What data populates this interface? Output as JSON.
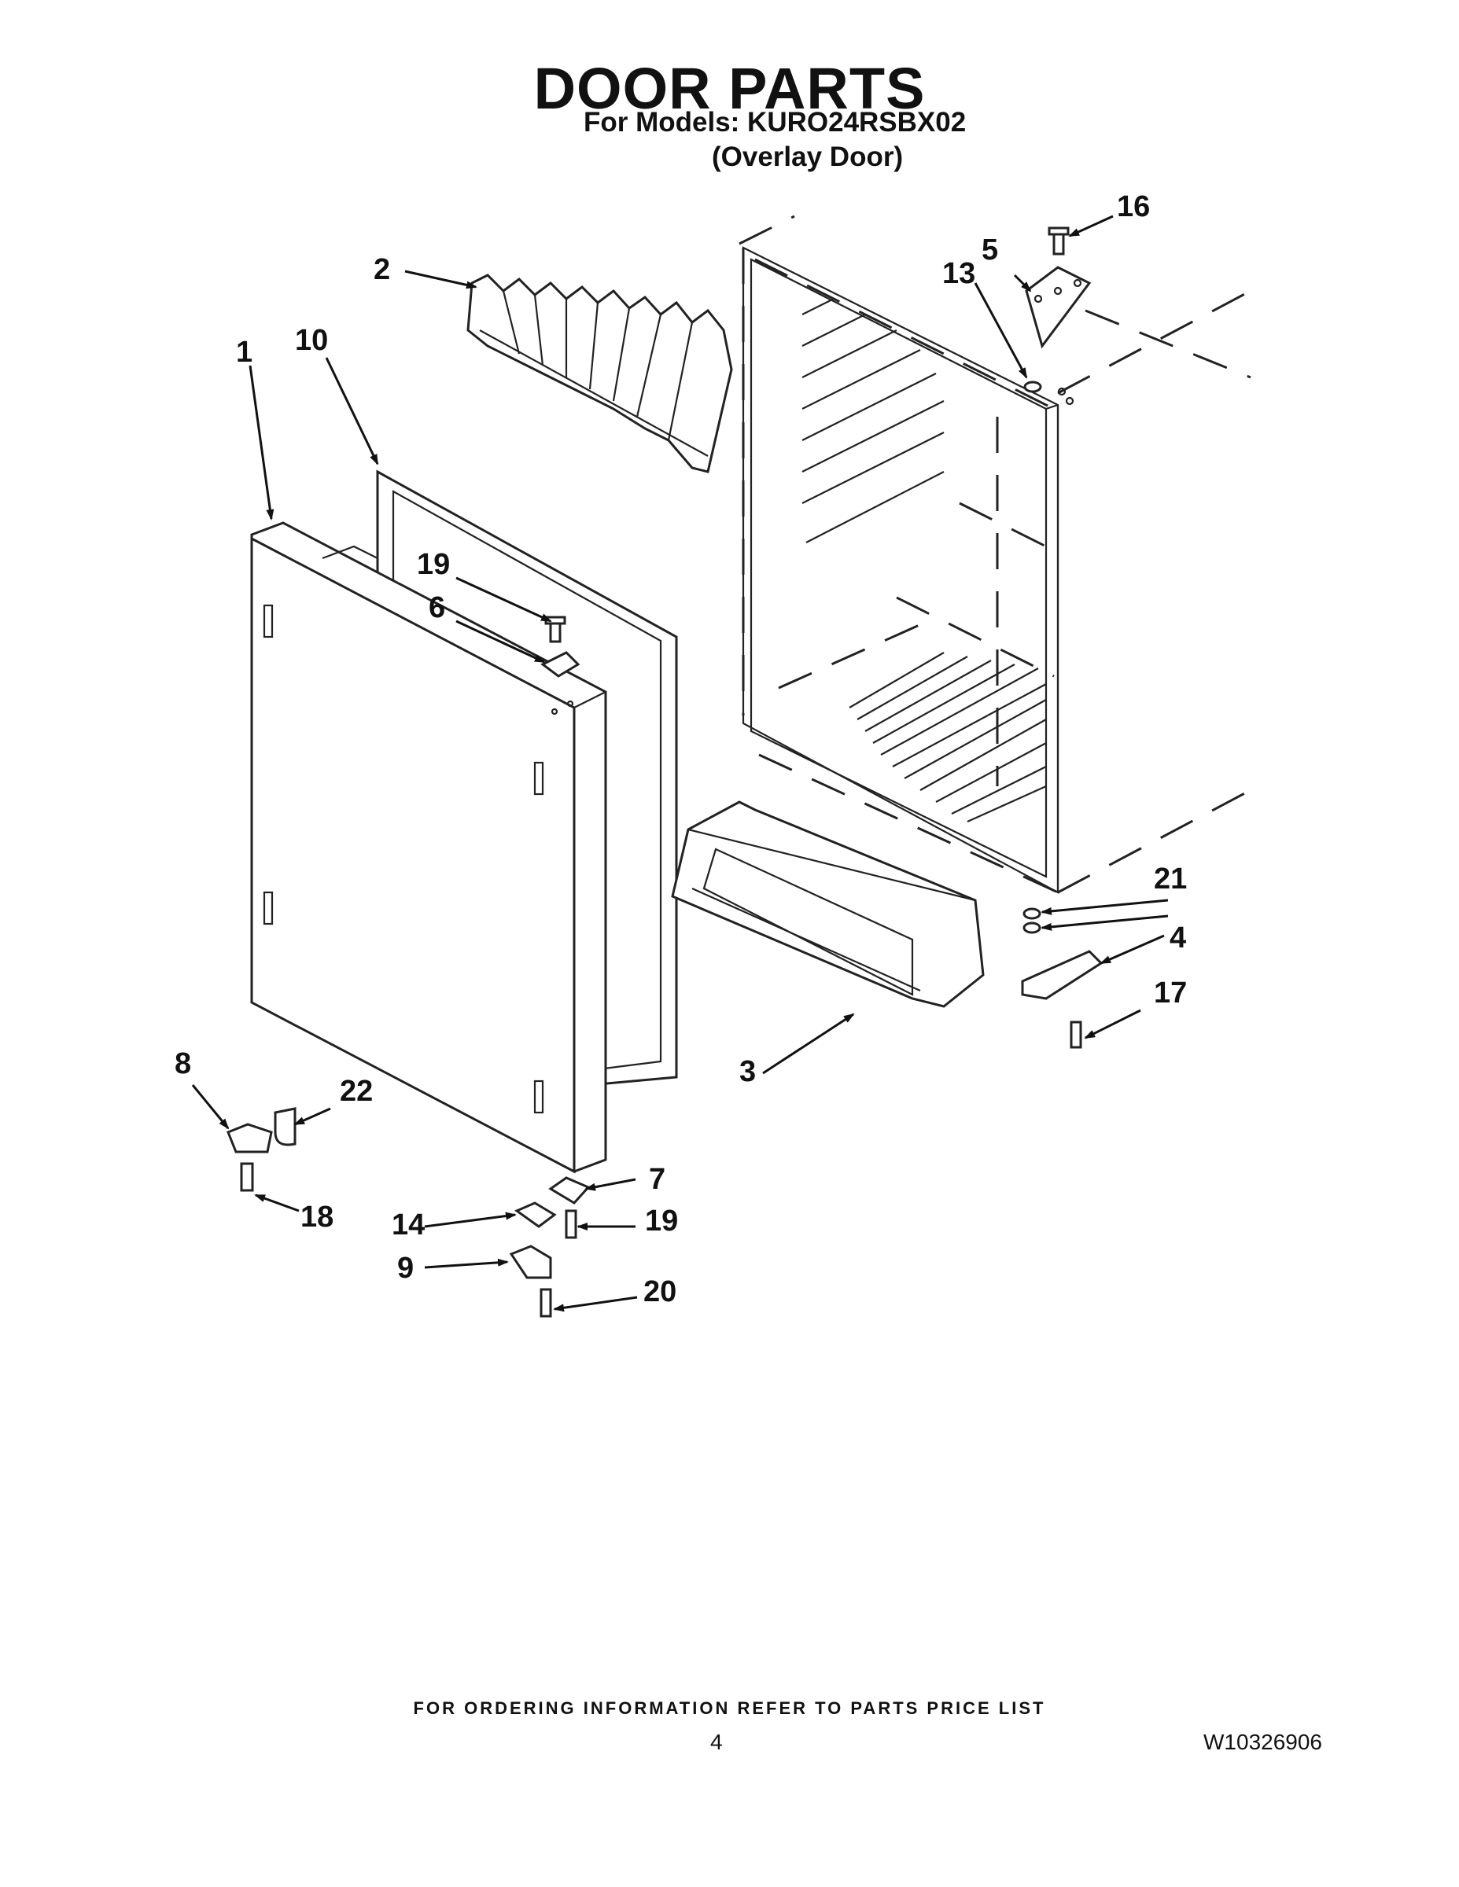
{
  "header": {
    "title": "DOOR PARTS",
    "models": "For Models: KURO24RSBX02",
    "door_type": "(Overlay Door)"
  },
  "callouts": [
    "1",
    "2",
    "3",
    "4",
    "5",
    "6",
    "7",
    "8",
    "9",
    "10",
    "13",
    "14",
    "16",
    "17",
    "18",
    "19",
    "19",
    "20",
    "21",
    "22"
  ],
  "footer": {
    "ordering_note": "FOR ORDERING INFORMATION REFER TO PARTS PRICE LIST",
    "page_number": "4",
    "document_number": "W10326906"
  }
}
